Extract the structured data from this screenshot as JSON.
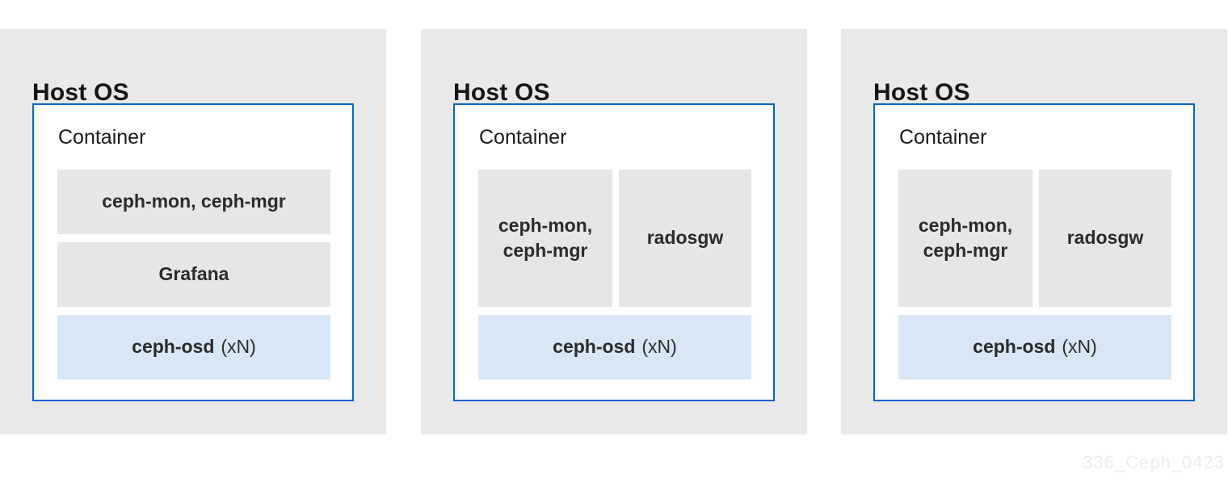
{
  "watermark": "336_Ceph_0423",
  "colors": {
    "panel_bg": "#e9e9e9",
    "box_gray": "#e6e6e6",
    "box_blue": "#d7e7f5",
    "container_border": "#0066cc",
    "heading_text": "#151515",
    "label_text": "#2b2b2b",
    "watermark_text": "#eeeeee"
  },
  "panels": [
    {
      "host_label": "Host OS",
      "container_label": "Container",
      "boxes": {
        "mon_mgr": "ceph-mon, ceph-mgr",
        "grafana": "Grafana",
        "osd": "ceph-osd",
        "osd_suffix": "(xN)"
      }
    },
    {
      "host_label": "Host OS",
      "container_label": "Container",
      "boxes": {
        "mon_mgr": "ceph-mon, ceph-mgr",
        "radosgw": "radosgw",
        "osd": "ceph-osd",
        "osd_suffix": "(xN)"
      }
    },
    {
      "host_label": "Host OS",
      "container_label": "Container",
      "boxes": {
        "mon_mgr": "ceph-mon, ceph-mgr",
        "radosgw": "radosgw",
        "osd": "ceph-osd",
        "osd_suffix": "(xN)"
      }
    }
  ]
}
